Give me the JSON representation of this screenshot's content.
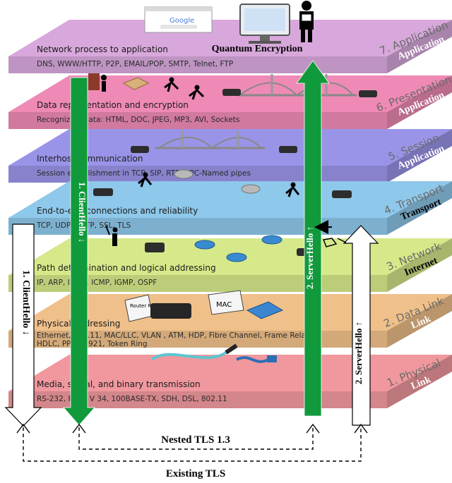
{
  "layers": [
    {
      "num_label": "7. Application",
      "tcpip_label": "Application",
      "title": "Network process to application",
      "protocols": "DNS, WWW/HTTP, P2P, EMAIL/POP, SMTP, Telnet, FTP",
      "color": "#d8a8dc"
    },
    {
      "num_label": "6. Presentation",
      "tcpip_label": "Application",
      "title": "Data representation and encryption",
      "protocols": "Recognizing data: HTML, DOC, JPEG, MP3, AVI, Sockets",
      "color": "#ee8ab5"
    },
    {
      "num_label": "5. Session",
      "tcpip_label": "Application",
      "title": "Interhost communication",
      "protocols": "Session establishment in TCP, SIP, RTP, RPC-Named pipes",
      "color": "#9a94e8"
    },
    {
      "num_label": "4. Transport",
      "tcpip_label": "Transport",
      "title": "End-to-end connections and reliability",
      "protocols": "TCP, UDP, SCTP, SSL, TLS",
      "color": "#8ec8ea"
    },
    {
      "num_label": "3. Network",
      "tcpip_label": "Internet",
      "title": "Path determination and logical addressing",
      "protocols": "IP, ARP, IPsec, ICMP, IGMP, OSPF",
      "color": "#d6e98a"
    },
    {
      "num_label": "2. Data Link",
      "tcpip_label": "Link",
      "title": "Physical addressing",
      "protocols": "Ethernet, 802.11, MAC/LLC, VLAN , ATM, HDP, Fibre Channel, Frame Relay, HDLC,  PPP, Q.921, Token Ring",
      "color": "#f0c08a"
    },
    {
      "num_label": "1. Physical",
      "tcpip_label": "Link",
      "title": "Media, signal, and binary transmission",
      "protocols": "RS-232, RJ45, V 34, 100BASE-TX, SDH, DSL, 802.11",
      "color": "#f0989e"
    }
  ],
  "arrows": {
    "client_hello_outer": "1. ClientHello",
    "client_hello_inner": "1. ClientHello",
    "server_hello_inner": "2. ServerHello",
    "server_hello_outer": "2. ServerHello",
    "down_glyph": "↓",
    "up_glyph": "↑"
  },
  "top_label": "Quantum Encryption",
  "search_logo": "Google",
  "mac_labels": {
    "router": "Router MAC",
    "mac": "MAC"
  },
  "links": {
    "nested": "Nested TLS 1.3",
    "existing": "Existing TLS"
  },
  "colors": {
    "green": "#119a3c",
    "arrow_white": "#ffffff",
    "tcpip_text": "#ffffff",
    "black": "#000000"
  }
}
